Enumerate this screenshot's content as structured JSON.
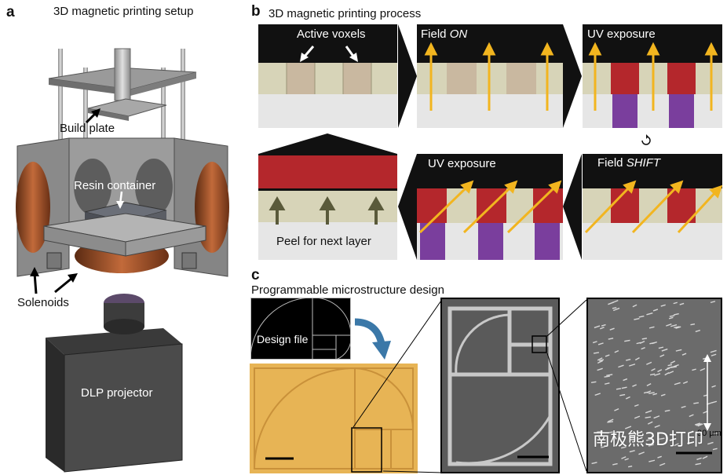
{
  "panels": {
    "a": {
      "letter": "a",
      "title": "3D magnetic printing setup"
    },
    "b": {
      "letter": "b",
      "title": "3D magnetic printing process"
    },
    "c": {
      "letter": "c",
      "title": "Programmable microstructure design"
    }
  },
  "setup_labels": {
    "build_plate": "Build plate",
    "resin_container": "Resin container",
    "solenoids": "Solenoids",
    "dlp_projector": "DLP projector"
  },
  "process_steps": {
    "active_voxels": "Active voxels",
    "field_on_prefix": "Field ",
    "field_on_state": "ON",
    "uv_exposure_1": "UV exposure",
    "field_shift_prefix": "Field ",
    "field_shift_state": "SHIFT",
    "uv_exposure_2": "UV exposure",
    "peel": "Peel for next layer"
  },
  "design": {
    "design_file": "Design file",
    "scale_label": "90 μm"
  },
  "watermark": "南极熊3D打印",
  "colors": {
    "resin": "#d7d4b8",
    "cured": "#b4272c",
    "uv": "#7a3e9d",
    "field_arrow": "#f2b51f",
    "tile_bg": "#111111",
    "print_yellow": "#e7b455"
  }
}
